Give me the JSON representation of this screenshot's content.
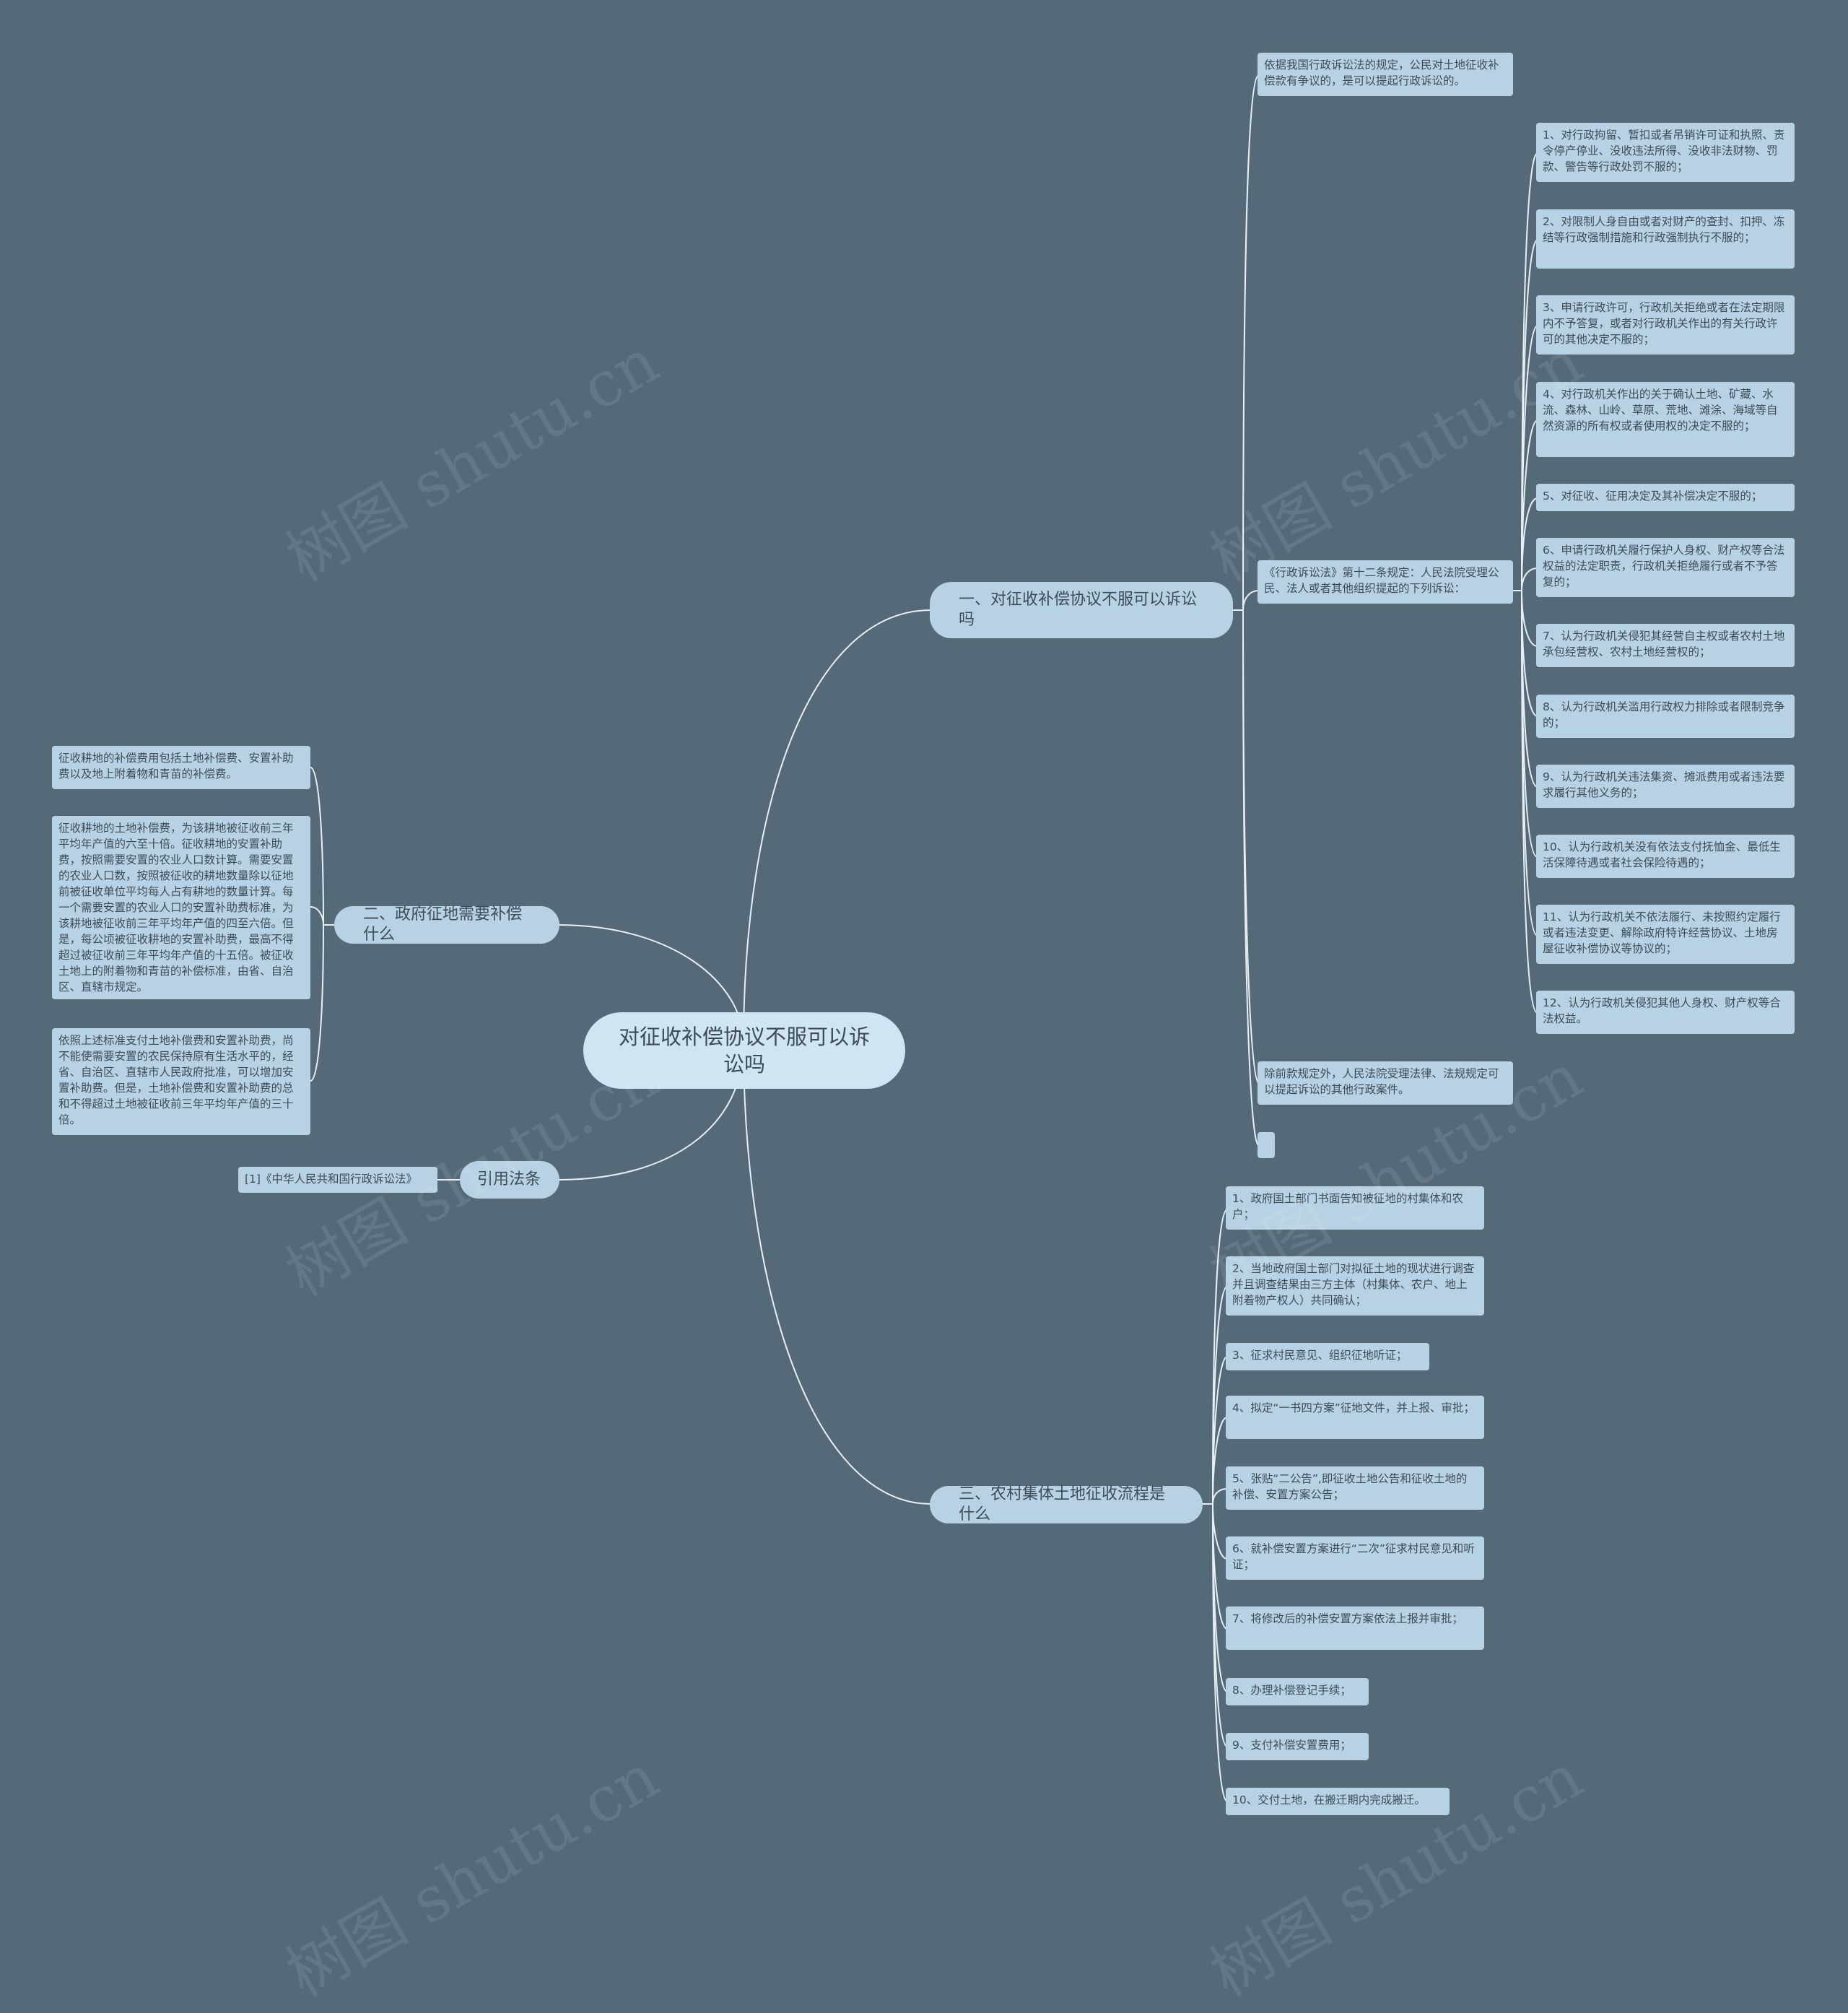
{
  "root": "对征收补偿协议不服可以诉讼吗",
  "branches": {
    "b1": "一、对征收补偿协议不服可以诉讼吗",
    "b2": "二、政府征地需要补偿什么",
    "b3": "三、农村集体土地征收流程是什么",
    "b4": "引用法条"
  },
  "b1_children": {
    "intro": "依据我国行政诉讼法的规定，公民对土地征收补偿款有争议的，是可以提起行政诉讼的。",
    "article12": "《行政诉讼法》第十二条规定：人民法院受理公民、法人或者其他组织提起的下列诉讼：",
    "other": "除前款规定外，人民法院受理法律、法规规定可以提起诉讼的其他行政案件。",
    "empty": ""
  },
  "article12_items": [
    "1、对行政拘留、暂扣或者吊销许可证和执照、责令停产停业、没收违法所得、没收非法财物、罚款、警告等行政处罚不服的；",
    "2、对限制人身自由或者对财产的查封、扣押、冻结等行政强制措施和行政强制执行不服的；",
    "3、申请行政许可，行政机关拒绝或者在法定期限内不予答复，或者对行政机关作出的有关行政许可的其他决定不服的；",
    "4、对行政机关作出的关于确认土地、矿藏、水流、森林、山岭、草原、荒地、滩涂、海域等自然资源的所有权或者使用权的决定不服的；",
    "5、对征收、征用决定及其补偿决定不服的；",
    "6、申请行政机关履行保护人身权、财产权等合法权益的法定职责，行政机关拒绝履行或者不予答复的；",
    "7、认为行政机关侵犯其经营自主权或者农村土地承包经营权、农村土地经营权的；",
    "8、认为行政机关滥用行政权力排除或者限制竞争的；",
    "9、认为行政机关违法集资、摊派费用或者违法要求履行其他义务的；",
    "10、认为行政机关没有依法支付抚恤金、最低生活保障待遇或者社会保险待遇的；",
    "11、认为行政机关不依法履行、未按照约定履行或者违法变更、解除政府特许经营协议、土地房屋征收补偿协议等协议的；",
    "12、认为行政机关侵犯其他人身权、财产权等合法权益。"
  ],
  "b2_children": [
    "征收耕地的补偿费用包括土地补偿费、安置补助费以及地上附着物和青苗的补偿费。",
    "征收耕地的土地补偿费，为该耕地被征收前三年平均年产值的六至十倍。征收耕地的安置补助费，按照需要安置的农业人口数计算。需要安置的农业人口数，按照被征收的耕地数量除以征地前被征收单位平均每人占有耕地的数量计算。每一个需要安置的农业人口的安置补助费标准，为该耕地被征收前三年平均年产值的四至六倍。但是，每公顷被征收耕地的安置补助费，最高不得超过被征收前三年平均年产值的十五倍。被征收土地上的附着物和青苗的补偿标准，由省、自治区、直辖市规定。",
    "依照上述标准支付土地补偿费和安置补助费，尚不能使需要安置的农民保持原有生活水平的，经省、自治区、直辖市人民政府批准，可以增加安置补助费。但是，土地补偿费和安置补助费的总和不得超过土地被征收前三年平均年产值的三十倍。"
  ],
  "b3_children": [
    "1、政府国土部门书面告知被征地的村集体和农户；",
    "2、当地政府国土部门对拟征土地的现状进行调查并且调查结果由三方主体（村集体、农户、地上附着物产权人）共同确认；",
    "3、征求村民意见、组织征地听证；",
    "4、拟定“一书四方案”征地文件，并上报、审批；",
    "5、张贴“二公告”,即征收土地公告和征收土地的补偿、安置方案公告；",
    "6、就补偿安置方案进行“二次”征求村民意见和听证；",
    "7、将修改后的补偿安置方案依法上报并审批；",
    "8、办理补偿登记手续；",
    "9、支付补偿安置费用；",
    "10、交付土地，在搬迁期内完成搬迁。"
  ],
  "b4_children": [
    "[1]《中华人民共和国行政诉讼法》"
  ],
  "watermark": "树图 shutu.cn",
  "colors": {
    "background": "#546a78",
    "root_fill": "#cfe5f2",
    "node_fill": "#b7d2e4",
    "line": "#e8eef2",
    "text": "#3c4d58"
  }
}
